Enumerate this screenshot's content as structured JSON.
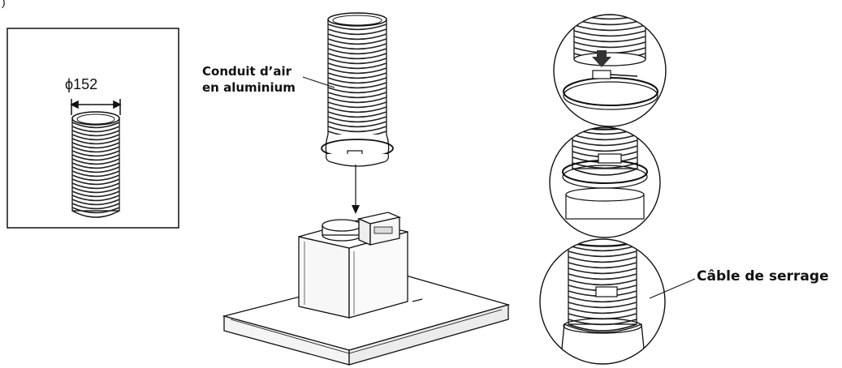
{
  "labels": {
    "duct_line1": "Conduit d’air",
    "duct_line2": "en  aluminium",
    "diameter": "ϕ152",
    "cable": "Câble de serrage",
    "corner": ")"
  },
  "icons": {
    "duct": "flexible-duct-icon",
    "hood": "range-hood-icon",
    "clamp": "hose-clamp-icon"
  },
  "colors": {
    "line": "#111111",
    "background": "#ffffff"
  }
}
